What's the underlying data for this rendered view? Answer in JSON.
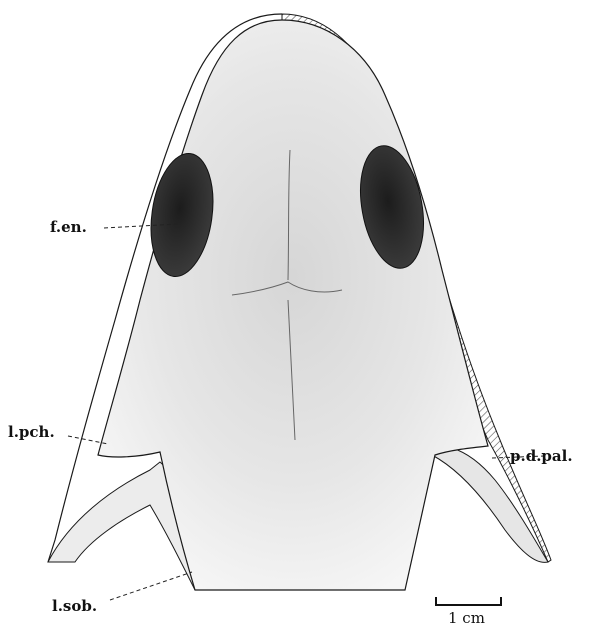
{
  "labels": {
    "f_en": "f.en.",
    "l_pch": "l.pch.",
    "l_sob": "l.sob.",
    "p_d_pal": "p.d.pal."
  },
  "scale_bar": {
    "label": "1 cm"
  },
  "colors": {
    "outline": "#1a1a1a",
    "skull_fill": "#f1f1f1",
    "shading": "#d9d9d9",
    "fenestra": "#2a2a2a",
    "hatch": "#555555"
  }
}
